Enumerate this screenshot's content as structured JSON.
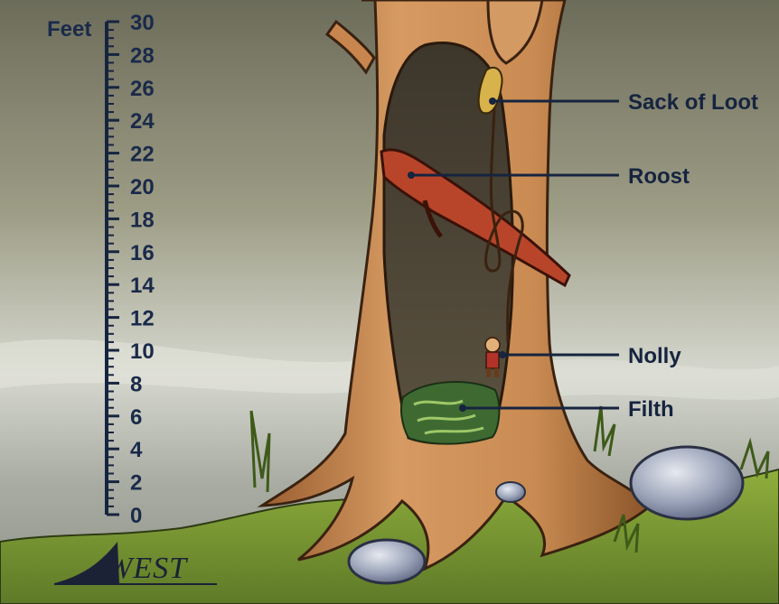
{
  "scale": {
    "unit_label": "Feet",
    "min": 0,
    "max": 30,
    "label_step": 2,
    "minor_step": 0.5
  },
  "callouts": [
    {
      "label": "Sack of Loot"
    },
    {
      "label": "Roost"
    },
    {
      "label": "Nolly"
    },
    {
      "label": "Filth"
    }
  ],
  "logo": {
    "text": "WEST"
  },
  "colors": {
    "sky_top": "#6f6f5e",
    "sky_mid": "#c9cbbf",
    "bark": "#c8854e",
    "bark_dark": "#7a4a26",
    "hollow": "#4c4436",
    "roost": "#b8452a",
    "grass": "#7c9a34",
    "filth": "#3e6a32",
    "rock": "#8c96ac",
    "ink": "#16243f"
  }
}
